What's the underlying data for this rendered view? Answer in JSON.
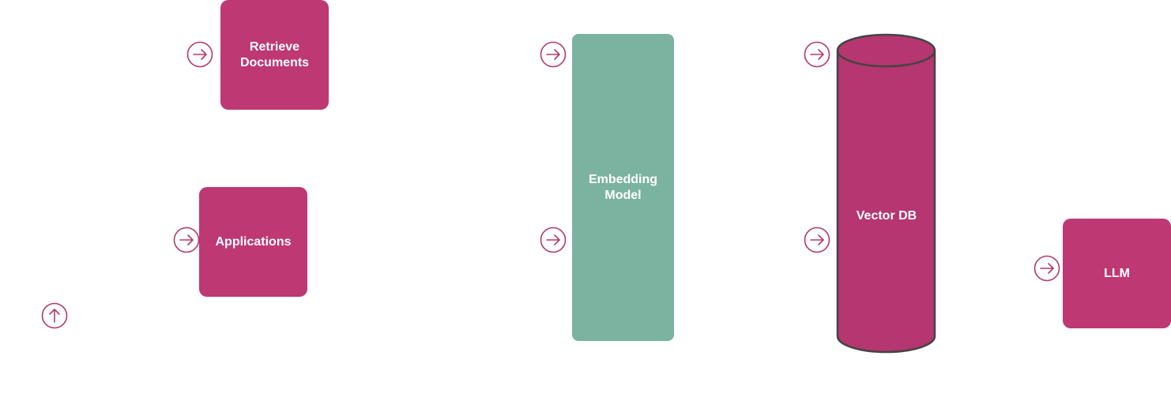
{
  "nodes": {
    "retrieve_documents": "Retrieve\nDocuments",
    "applications": "Applications",
    "embedding_model": "Embedding\nModel",
    "vector_db": "Vector DB",
    "llm": "LLM"
  },
  "colors": {
    "pink_box": "#be3874",
    "vector_db_fill": "#b53670",
    "vector_db_outline": "#444444",
    "embedding_green": "#7bb3a0",
    "icon_stroke": "#b33a6c"
  },
  "icons": [
    "arrow-right-circle-icon",
    "arrow-up-circle-icon"
  ]
}
